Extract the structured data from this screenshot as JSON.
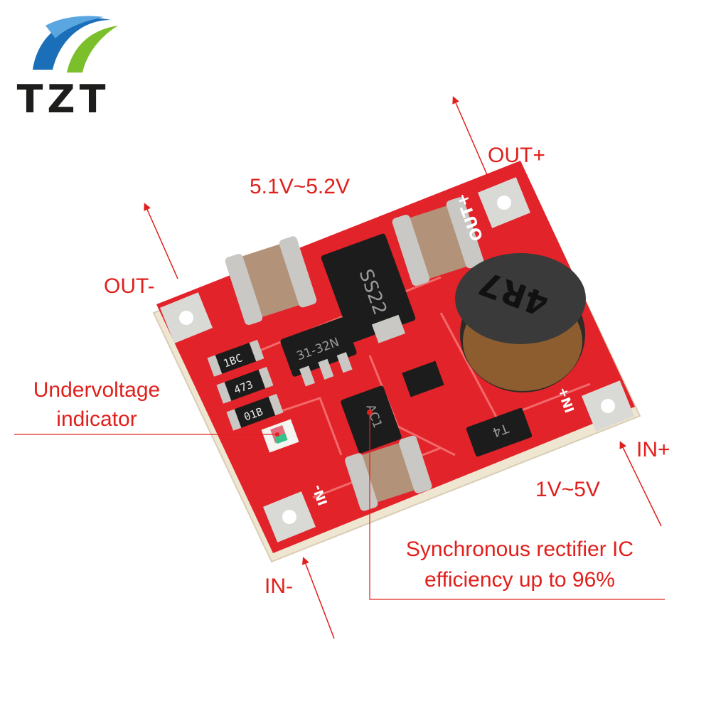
{
  "brand": {
    "logo_text": "TZT",
    "colors": {
      "blue": "#1b6fb8",
      "green": "#7bbf2a",
      "dark": "#1d1d1b"
    }
  },
  "labels": {
    "out_plus": "OUT+",
    "out_minus": "OUT-",
    "out_voltage": "5.1V~5.2V",
    "in_plus": "IN+",
    "in_minus": "IN-",
    "in_voltage": "1V~5V",
    "undervoltage_line1": "Undervoltage",
    "undervoltage_line2": "indicator",
    "rectifier_line1": "Synchronous rectifier IC",
    "rectifier_line2": "efficiency up to 96%"
  },
  "board": {
    "silkscreen_out_plus": "OUT+",
    "silkscreen_in_plus": "IN+",
    "silkscreen_in_minus": "IN-",
    "diode_marking": "SS22",
    "inductor_marking": "4R7",
    "regulator_marking": "31-32N",
    "ic_marking": "AC1",
    "transistor_marking": "T4",
    "resistor_1": "1BC",
    "resistor_2": "473",
    "resistor_3": "01B"
  },
  "colors": {
    "annotation": "#e0201c",
    "pcb": "#e2232a",
    "pcb_edge": "#f3ede0",
    "pad": "#c8c8c4"
  }
}
